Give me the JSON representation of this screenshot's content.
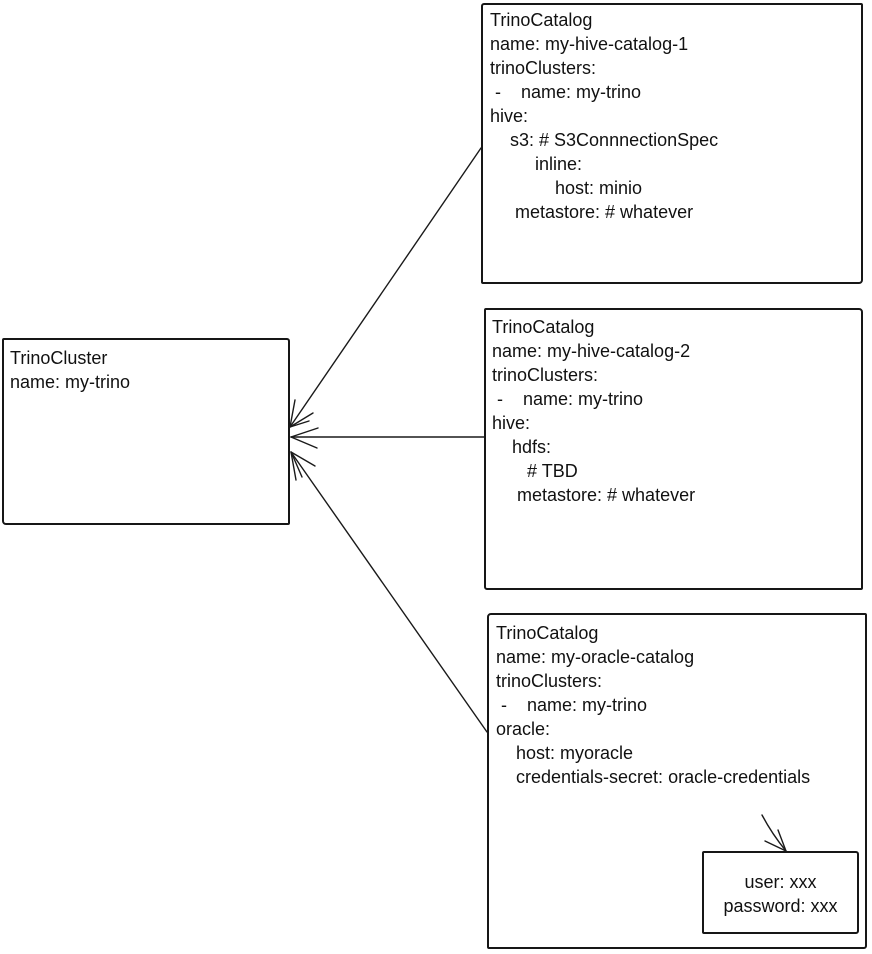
{
  "colors": {
    "stroke": "#1a1a1a",
    "background": "#ffffff",
    "text": "#111111"
  },
  "cluster": {
    "lines": [
      "TrinoCluster",
      "name: my-trino"
    ]
  },
  "catalog1": {
    "lines": [
      "TrinoCatalog",
      "name: my-hive-catalog-1",
      "trinoClusters:",
      " -    name: my-trino",
      "hive:",
      "    s3: # S3ConnnectionSpec",
      "         inline:",
      "             host: minio",
      "     metastore: # whatever"
    ]
  },
  "catalog2": {
    "lines": [
      "TrinoCatalog",
      "name: my-hive-catalog-2",
      "trinoClusters:",
      " -    name: my-trino",
      "hive:",
      "    hdfs:",
      "       # TBD",
      "     metastore: # whatever"
    ]
  },
  "catalog3": {
    "lines": [
      "TrinoCatalog",
      "name: my-oracle-catalog",
      "trinoClusters:",
      " -    name: my-trino",
      "oracle:",
      "    host: myoracle",
      "    credentials-secret: oracle-credentials"
    ]
  },
  "secret": {
    "lines": [
      "user: xxx",
      "password: xxx"
    ]
  }
}
